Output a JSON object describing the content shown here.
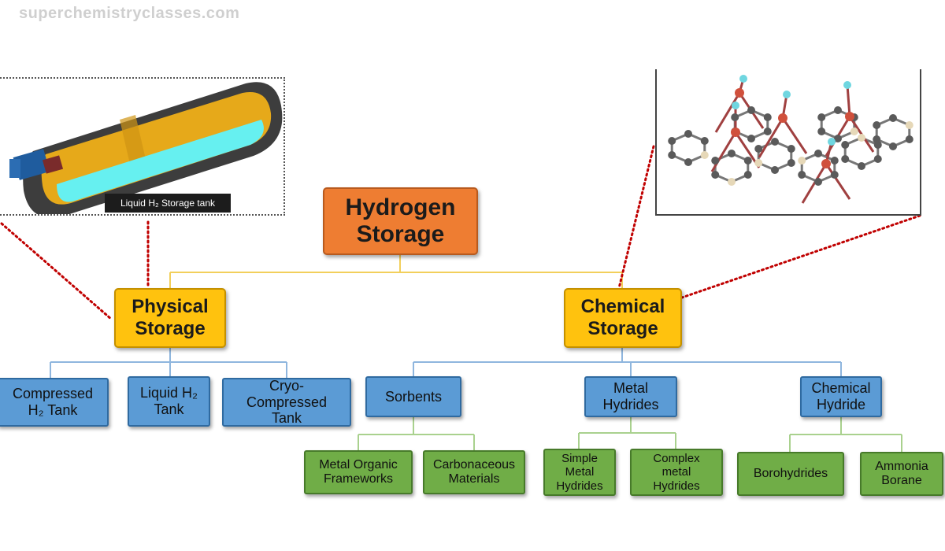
{
  "watermark": "superchemistryclasses.com",
  "root": {
    "line1": "Hydrogen",
    "line2": "Storage"
  },
  "physical": {
    "label": "Physical\nStorage",
    "children": [
      {
        "label": "Compressed\nH₂ Tank"
      },
      {
        "label": "Liquid H₂\nTank"
      },
      {
        "label": "Cryo-\nCompressed\nTank"
      }
    ]
  },
  "chemical": {
    "label": "Chemical\nStorage",
    "children": [
      {
        "label": "Sorbents"
      },
      {
        "label": "Metal\nHydrides"
      },
      {
        "label": "Chemical\nHydride"
      }
    ]
  },
  "sorbents_children": [
    {
      "label": "Metal Organic\nFrameworks"
    },
    {
      "label": "Carbonaceous\nMaterials"
    }
  ],
  "metal_hydrides_children": [
    {
      "label": "Simple\nMetal\nHydrides"
    },
    {
      "label": "Complex\nmetal\nHydrides"
    }
  ],
  "chemical_hydride_children": [
    {
      "label": "Borohydrides"
    },
    {
      "label": "Ammonia\nBorane"
    }
  ],
  "tank_image": {
    "caption": "Liquid H₂ Storage tank"
  },
  "colors": {
    "root": "#ee7d32",
    "category": "#ffc20e",
    "level2": "#5b9bd5",
    "level3": "#70ad47",
    "connector_yellow": "#f2cf5b",
    "connector_blue": "#8fb6de",
    "connector_green": "#a9d18e",
    "dotted_link": "#c00000"
  }
}
